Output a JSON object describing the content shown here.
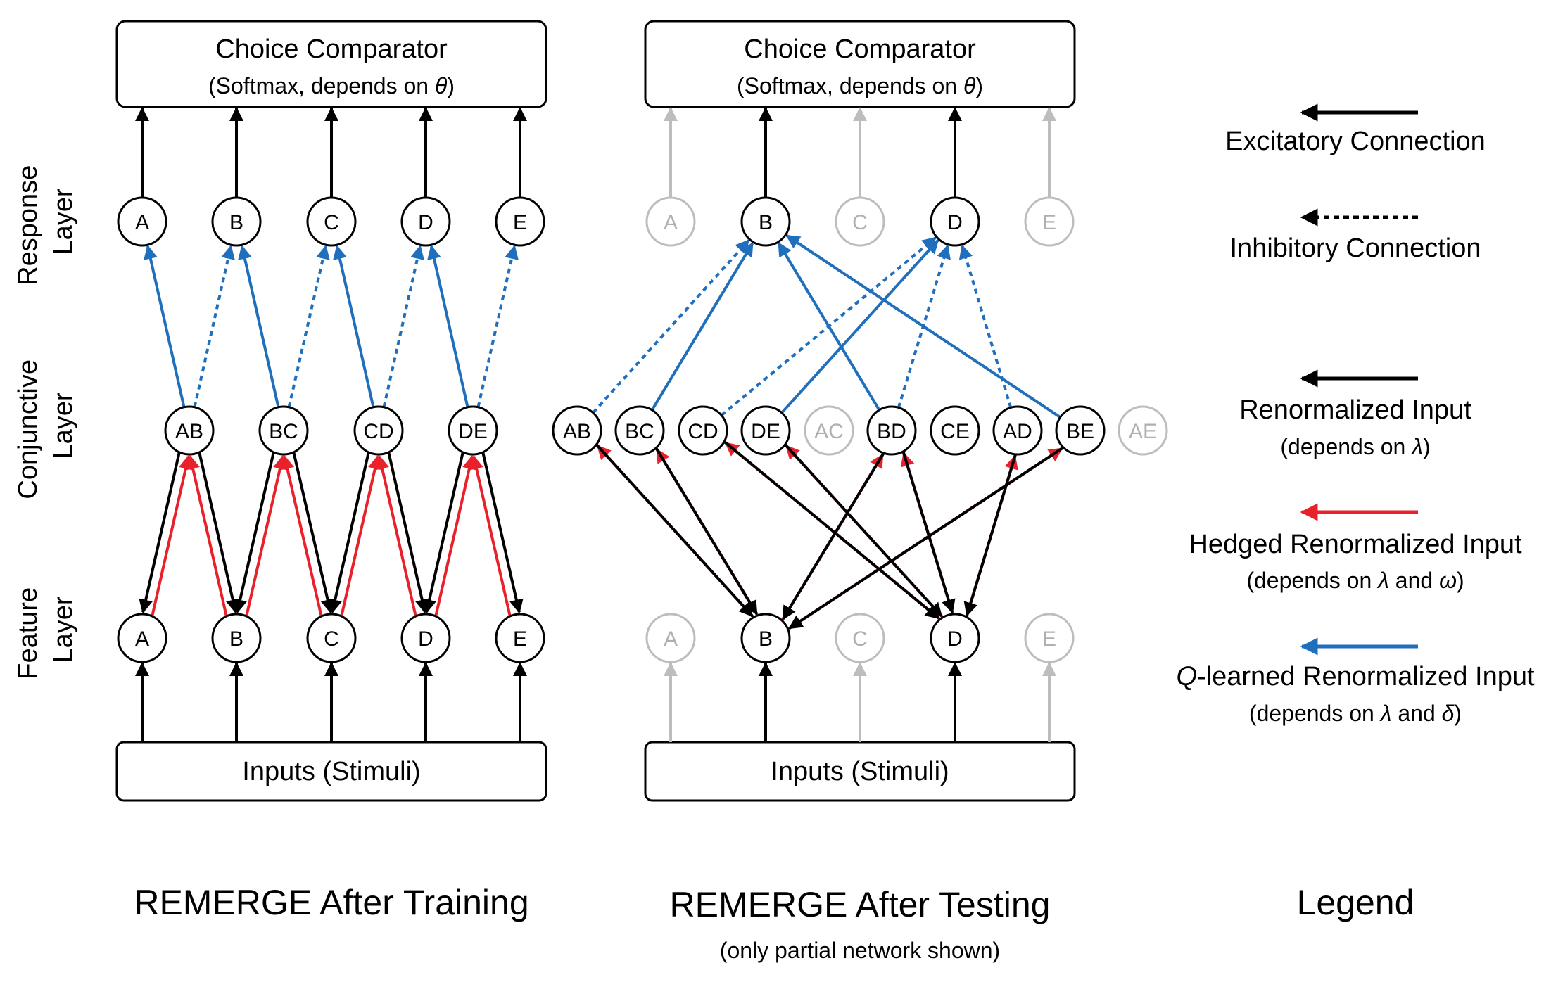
{
  "training": {
    "comparator_title": "Choice Comparator",
    "comparator_sub_prefix": "(Softmax, depends on ",
    "comparator_sub_theta": "θ",
    "comparator_sub_suffix": ")",
    "inputs_label": "Inputs (Stimuli)",
    "response_nodes": [
      "A",
      "B",
      "C",
      "D",
      "E"
    ],
    "conjunctive_nodes": [
      "AB",
      "BC",
      "CD",
      "DE"
    ],
    "feature_nodes": [
      "A",
      "B",
      "C",
      "D",
      "E"
    ],
    "caption": "REMERGE After Training"
  },
  "testing": {
    "comparator_title": "Choice Comparator",
    "comparator_sub_prefix": "(Softmax, depends on ",
    "comparator_sub_theta": "θ",
    "comparator_sub_suffix": ")",
    "inputs_label": "Inputs (Stimuli)",
    "response_nodes": [
      "A",
      "B",
      "C",
      "D",
      "E"
    ],
    "conjunctive_nodes": [
      "AB",
      "BC",
      "CD",
      "DE",
      "AC",
      "BD",
      "CE",
      "AD",
      "BE",
      "AE"
    ],
    "feature_nodes": [
      "A",
      "B",
      "C",
      "D",
      "E"
    ],
    "caption": "REMERGE After Testing",
    "subcaption": "(only partial network shown)"
  },
  "layer_labels": {
    "response": [
      "Response",
      "Layer"
    ],
    "conjunctive": [
      "Conjunctive",
      "Layer"
    ],
    "feature": [
      "Feature",
      "Layer"
    ]
  },
  "legend": {
    "title": "Legend",
    "excitatory": "Excitatory Connection",
    "inhibitory": "Inhibitory Connection",
    "renorm": "Renormalized Input",
    "renorm_sub_prefix": "(depends on ",
    "renorm_sub_lambda": "λ",
    "renorm_sub_suffix": ")",
    "hedged": "Hedged Renormalized Input",
    "hedged_sub_prefix": "(depends on ",
    "hedged_sub_lambda": "λ",
    "hedged_sub_and": " and ",
    "hedged_sub_omega": "ω",
    "hedged_sub_suffix": ")",
    "q_prefix": "Q",
    "q_rest": "-learned Renormalized Input",
    "q_sub_prefix": "(depends on ",
    "q_sub_lambda": "λ",
    "q_sub_and": " and ",
    "q_sub_delta": "δ",
    "q_sub_suffix": ")"
  },
  "colors": {
    "excitatory": "#000000",
    "hedged": "#e8212b",
    "q_learned": "#1f6fbd",
    "inactive": "#bdbdbd"
  }
}
